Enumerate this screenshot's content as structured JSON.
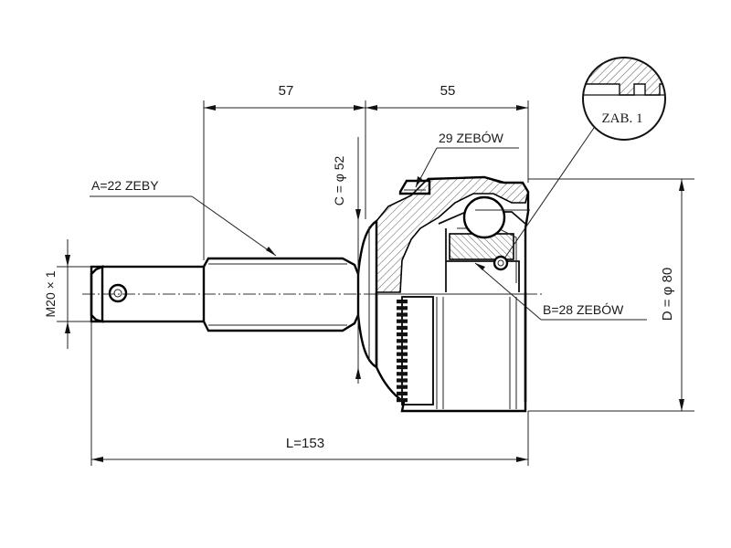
{
  "drawing": {
    "dimensions": {
      "upper_left": "57",
      "upper_right": "55",
      "total_length": "L=153",
      "thread": "M20 × 1",
      "stem_diameter": "C = φ 52",
      "outer_diameter": "D = φ 80"
    },
    "callouts": {
      "shaft_spline": "A=22 ZEBY",
      "outer_teeth": "29 ZEBÓW",
      "inner_spline": "B=28 ZEBÓW",
      "detail_ref": "ZAB. 1"
    },
    "icons": {
      "detail_circle": "abs-ring-detail-icon"
    }
  }
}
